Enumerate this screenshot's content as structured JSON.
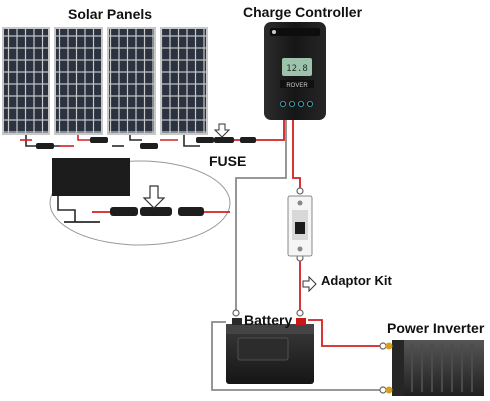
{
  "labels": {
    "solar_panels": "Solar Panels",
    "charge_controller": "Charge Controller",
    "fuse": "FUSE",
    "adaptor_kit": "Adaptor Kit",
    "battery": "Battery",
    "power_inverter": "Power Inverter"
  },
  "controller": {
    "display_value": "12.8",
    "brand_text": "ROVER"
  },
  "colors": {
    "positive_wire": "#d42020",
    "negative_wire": "#2a2a2a",
    "gray_wire": "#8a8a8a",
    "panel_cell": "#2b3340",
    "panel_frame": "#c8c8c8",
    "controller_body": "#1b1b1b",
    "screen": "#9ec3ad",
    "inverter_body": "#3a3a3a"
  }
}
